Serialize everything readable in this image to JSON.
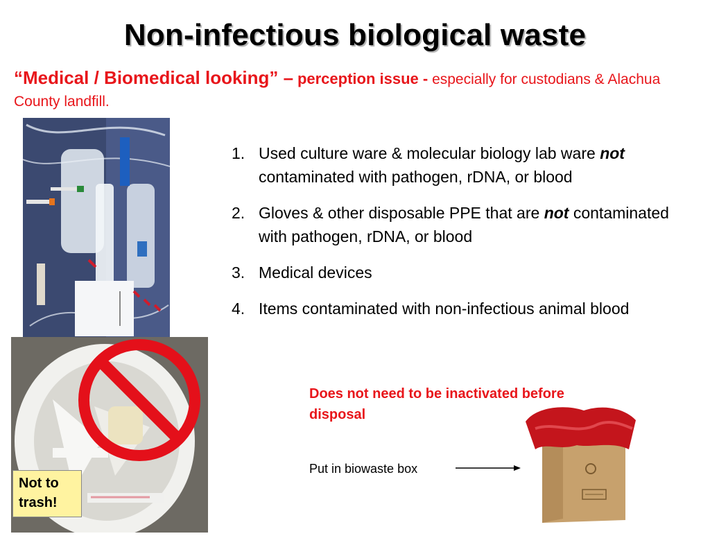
{
  "slide": {
    "title": "Non-infectious biological waste",
    "subtitle": {
      "quote": "“Medical / Biomedical looking” –",
      "perception": "perception issue -",
      "rest": "especially for custodians & Alachua County landfill."
    },
    "items": [
      {
        "num": "1.",
        "pre": "Used culture ware & molecular biology lab ware ",
        "emph": "not",
        "post": " contaminated with pathogen, rDNA, or blood"
      },
      {
        "num": "2.",
        "pre": "Gloves & other disposable PPE that are ",
        "emph": "not",
        "post": " contaminated with pathogen, rDNA, or blood"
      },
      {
        "num": "3.",
        "pre": "Medical devices",
        "emph": "",
        "post": ""
      },
      {
        "num": "4.",
        "pre": "Items contaminated with non-infectious animal blood",
        "emph": "",
        "post": ""
      }
    ],
    "red_note": "Does not need to be inactivated before disposal",
    "put_label": "Put in biowaste box",
    "trash_note": "Not to trash!",
    "colors": {
      "accent_red": "#e8161b",
      "note_yellow": "#fff3a0",
      "bag_red": "#c4151c",
      "cardboard": "#c7a16d"
    },
    "icons": {
      "prohibition": "no-symbol-icon",
      "arrow": "arrow-right-icon"
    }
  }
}
